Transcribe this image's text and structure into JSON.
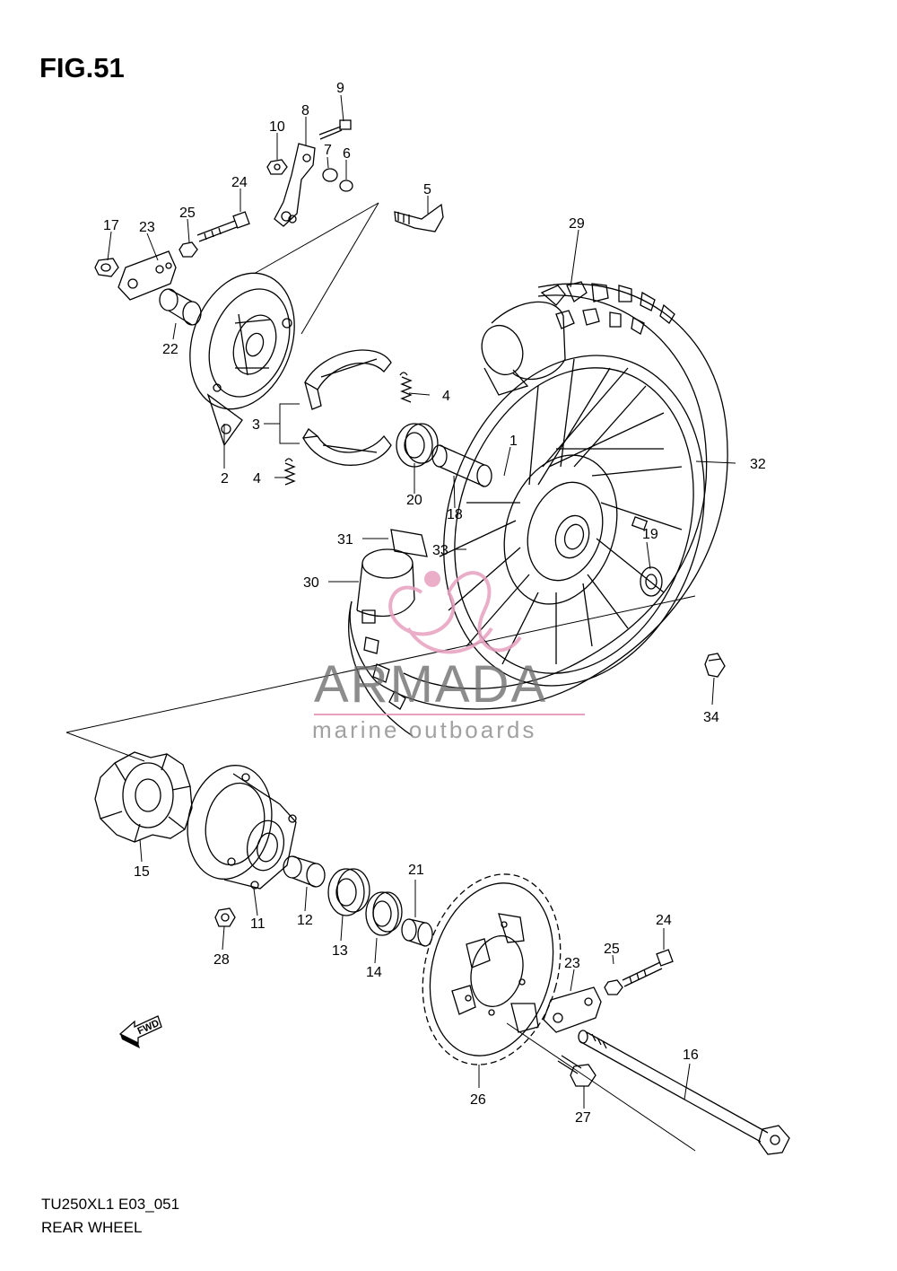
{
  "figure": {
    "title": "FIG.51",
    "model_code": "TU250XL1 E03_051",
    "section_name": "REAR WHEEL"
  },
  "watermark": {
    "brand": "ARMADA",
    "tagline": "marine outboards",
    "accent_color": "#e8a0c0"
  },
  "direction_marker": {
    "label": "FWD",
    "icon": "forward-arrow-icon"
  },
  "callouts": [
    "1",
    "2",
    "3",
    "4",
    "4",
    "5",
    "6",
    "7",
    "8",
    "9",
    "10",
    "11",
    "12",
    "13",
    "14",
    "15",
    "16",
    "17",
    "18",
    "19",
    "20",
    "21",
    "22",
    "23",
    "23",
    "24",
    "24",
    "25",
    "25",
    "26",
    "27",
    "28",
    "29",
    "30",
    "31",
    "32",
    "33",
    "34"
  ],
  "colors": {
    "line": "#000000",
    "background": "#ffffff"
  }
}
